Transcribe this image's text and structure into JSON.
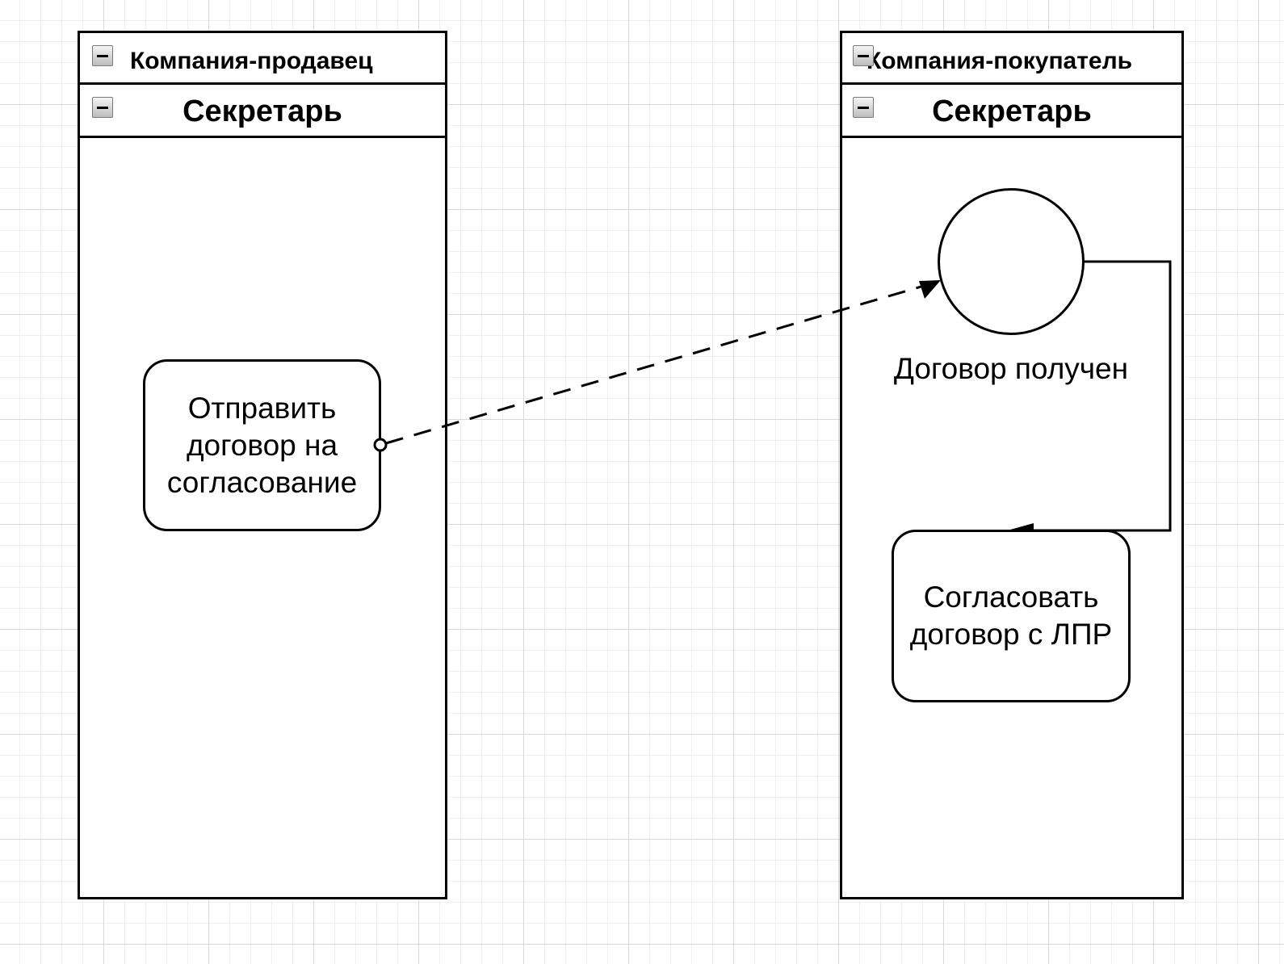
{
  "pools": {
    "seller": {
      "title": "Компания-продавец",
      "lane_title": "Секретарь"
    },
    "buyer": {
      "title": "Компания-покупатель",
      "lane_title": "Секретарь"
    }
  },
  "tasks": {
    "send_contract": {
      "line1": "Отправить",
      "line2": "договор на",
      "line3": "согласование"
    },
    "approve_contract": {
      "line1": "Согласовать",
      "line2": "договор с ЛПР"
    }
  },
  "events": {
    "contract_received": {
      "label": "Договор получен"
    }
  },
  "flows": {
    "message_flow": "dashed",
    "sequence_flow": "solid"
  }
}
